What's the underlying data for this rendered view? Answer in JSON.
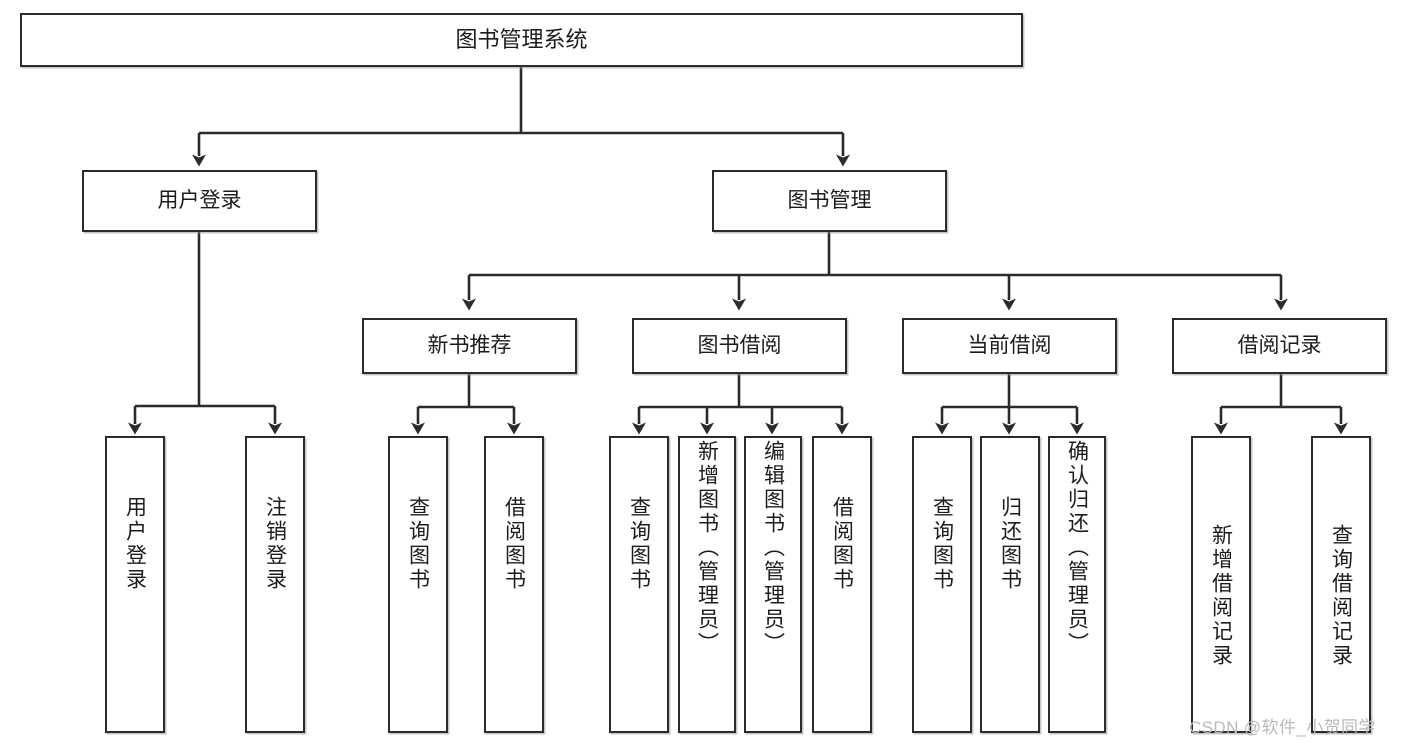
{
  "diagram": {
    "title": "图书管理系统",
    "type": "tree-hierarchy-diagram",
    "root": {
      "label": "图书管理系统"
    },
    "level2": [
      {
        "label": "用户登录"
      },
      {
        "label": "图书管理"
      }
    ],
    "level3": [
      {
        "label": "新书推荐"
      },
      {
        "label": "图书借阅"
      },
      {
        "label": "当前借阅"
      },
      {
        "label": "借阅记录"
      }
    ],
    "leaves": {
      "user_login": [
        {
          "label": "用户登录"
        },
        {
          "label": "注销登录"
        }
      ],
      "new_book_recommend": [
        {
          "label": "查询图书"
        },
        {
          "label": "借阅图书"
        }
      ],
      "book_borrow": [
        {
          "label": "查询图书"
        },
        {
          "label": "新增图书（管理员）"
        },
        {
          "label": "编辑图书（管理员）"
        },
        {
          "label": "借阅图书"
        }
      ],
      "current_borrow": [
        {
          "label": "查询图书"
        },
        {
          "label": "归还图书"
        },
        {
          "label": "确认归还（管理员）"
        }
      ],
      "borrow_record": [
        {
          "label": "新增借阅记录"
        },
        {
          "label": "查询借阅记录"
        }
      ]
    }
  },
  "watermark": {
    "text": "CSDN @软件_小贺同学"
  },
  "colors": {
    "box_border": "#2b2b2b",
    "box_fill": "#ffffff",
    "line": "#2b2b2b",
    "text": "#1c1c1c",
    "watermark": "#b9b9b9",
    "background": "#ffffff"
  }
}
